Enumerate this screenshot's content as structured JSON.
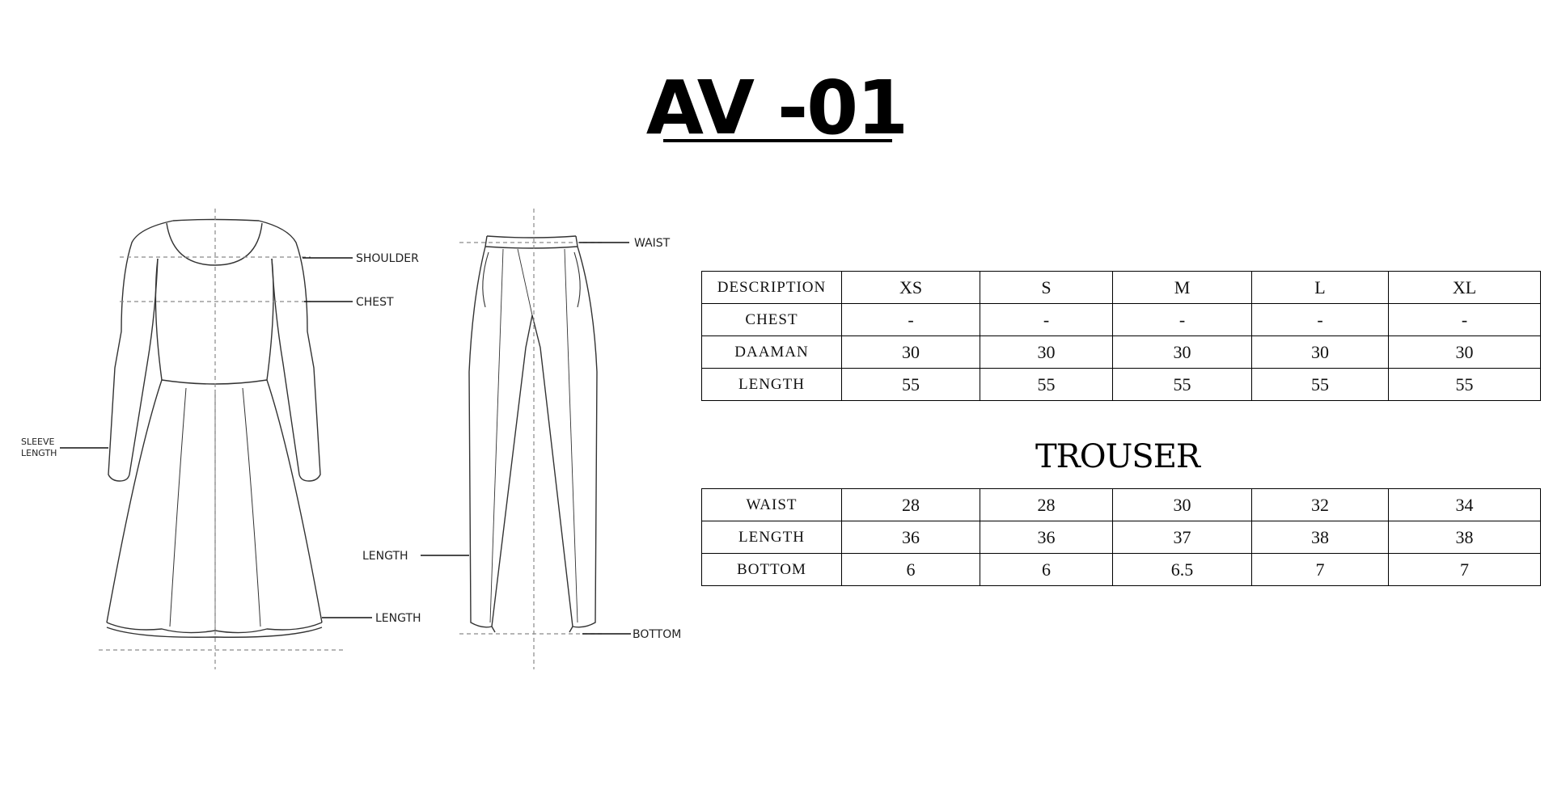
{
  "header": {
    "title": "AV -01"
  },
  "diagram": {
    "dress_labels": {
      "shoulder": "SHOULDER",
      "chest": "CHEST",
      "sleeve": "SLEEVE",
      "sleeve_second": "LENGTH",
      "length": "LENGTH"
    },
    "trouser_labels": {
      "waist": "WAIST",
      "length": "LENGTH",
      "bottom": "BOTTOM"
    }
  },
  "shirt_table": {
    "header": [
      "DESCRIPTION",
      "XS",
      "S",
      "M",
      "L",
      "XL"
    ],
    "rows": [
      {
        "label": "CHEST",
        "values": [
          "-",
          "-",
          "-",
          "-",
          "-"
        ]
      },
      {
        "label": "DAAMAN",
        "values": [
          "30",
          "30",
          "30",
          "30",
          "30"
        ]
      },
      {
        "label": "LENGTH",
        "values": [
          "55",
          "55",
          "55",
          "55",
          "55"
        ]
      }
    ]
  },
  "trouser_section": {
    "title": "TROUSER"
  },
  "trouser_table": {
    "rows": [
      {
        "label": "WAIST",
        "values": [
          "28",
          "28",
          "30",
          "32",
          "34"
        ]
      },
      {
        "label": "LENGTH",
        "values": [
          "36",
          "36",
          "37",
          "38",
          "38"
        ]
      },
      {
        "label": "BOTTOM",
        "values": [
          "6",
          "6",
          "6.5",
          "7",
          "7"
        ]
      }
    ]
  }
}
